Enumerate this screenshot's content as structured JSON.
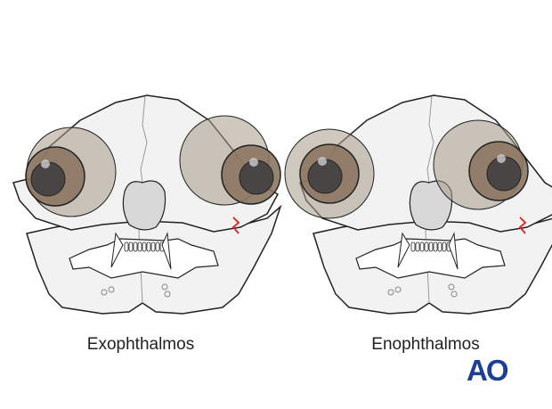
{
  "figures": [
    {
      "label": "Exophthalmos"
    },
    {
      "label": "Enophthalmos"
    }
  ],
  "logo": {
    "text": "AO",
    "color": "#1c3f94"
  },
  "colors": {
    "eye_outer": "#a89a89",
    "iris": "#8b7660",
    "pupil": "#4a4545",
    "skull": "#f2f2f2",
    "outline": "#222222",
    "suture": "#999999",
    "nerve": "#e02020"
  }
}
